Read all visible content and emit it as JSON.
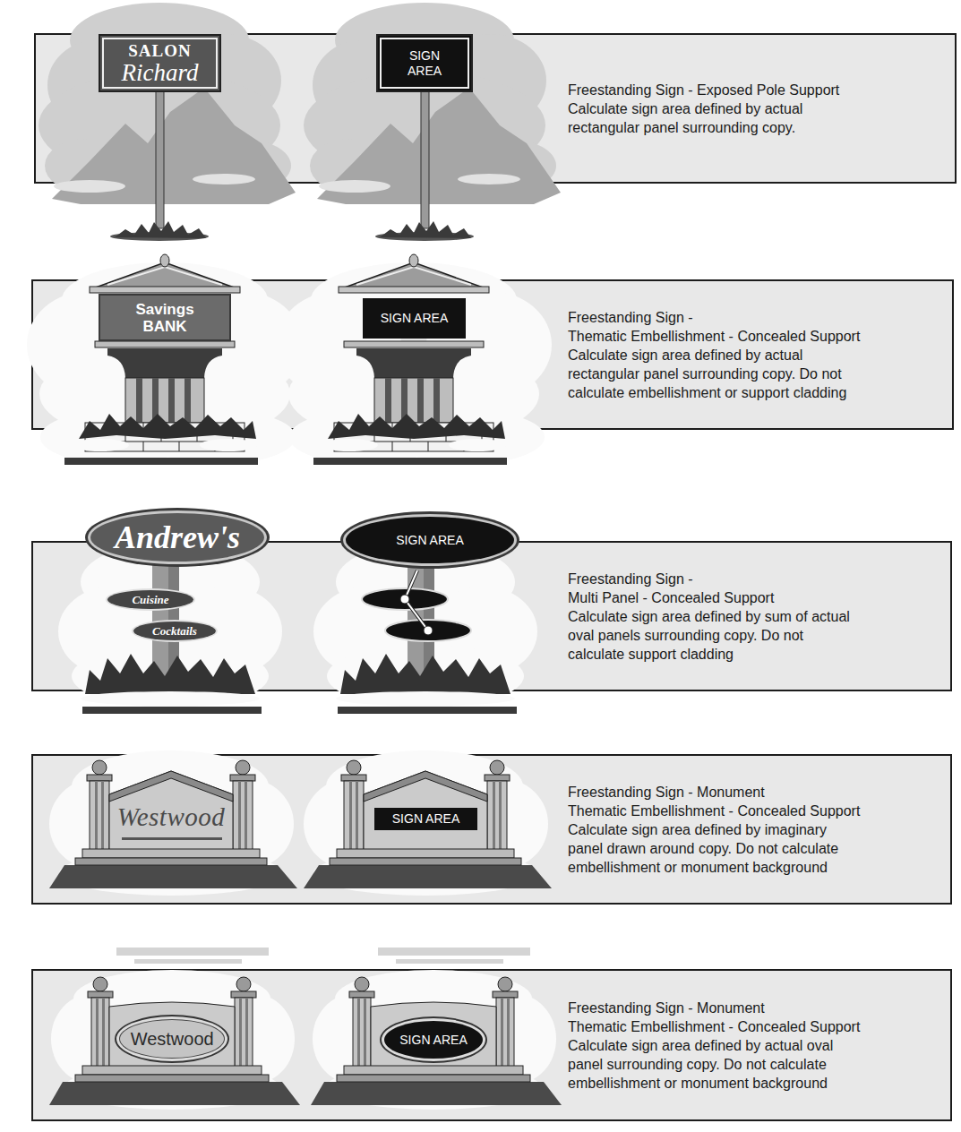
{
  "diagram": {
    "nodes": [
      {
        "text": [
          "SALON",
          "Richard"
        ]
      },
      {
        "text": [
          "SIGN AREA"
        ]
      },
      {
        "text": [
          "Freestanding Sign - Exposed Pole Support",
          "Calculate sign area defined by actual rectangular panel surrounding copy."
        ]
      },
      {
        "text": [
          "Savings BANK"
        ]
      },
      {
        "text": [
          "SIGN AREA"
        ]
      },
      {
        "text": [
          "Freestanding Sign -",
          "Thematic Embellishment - Concealed Support",
          "Calculate sign area defined by actual rectangular panel surrounding copy. Do not calculate embellishment or support cladding"
        ]
      },
      {
        "text": [
          "Andrew's"
        ]
      },
      {
        "text": [
          "Cuisine"
        ]
      },
      {
        "text": [
          "Cocktails"
        ]
      },
      {
        "text": [
          "SIGN AREA"
        ]
      },
      {
        "text": [
          "Freestanding Sign -",
          "Multi Panel - Concealed Support",
          "Calculate sign area defined by sum of actual oval panels surrounding copy. Do not calculate support cladding"
        ]
      },
      {
        "text": [
          "Westwood"
        ]
      },
      {
        "text": [
          "SIGN AREA"
        ]
      },
      {
        "text": [
          "Freestanding Sign - Monument",
          "Thematic Embellishment - Concealed Support",
          "Calculate sign area defined by imaginary panel drawn around copy. Do not calculate embellishment or monument background"
        ]
      },
      {
        "text": [
          "Westwood"
        ]
      },
      {
        "text": [
          "SIGN AREA"
        ]
      },
      {
        "text": [
          "Freestanding Sign - Monument",
          "Thematic Embellishment - Concealed Support",
          "Calculate sign area defined by actual oval panel surrounding copy. Do not calculate embellishment or monument background"
        ]
      }
    ]
  }
}
